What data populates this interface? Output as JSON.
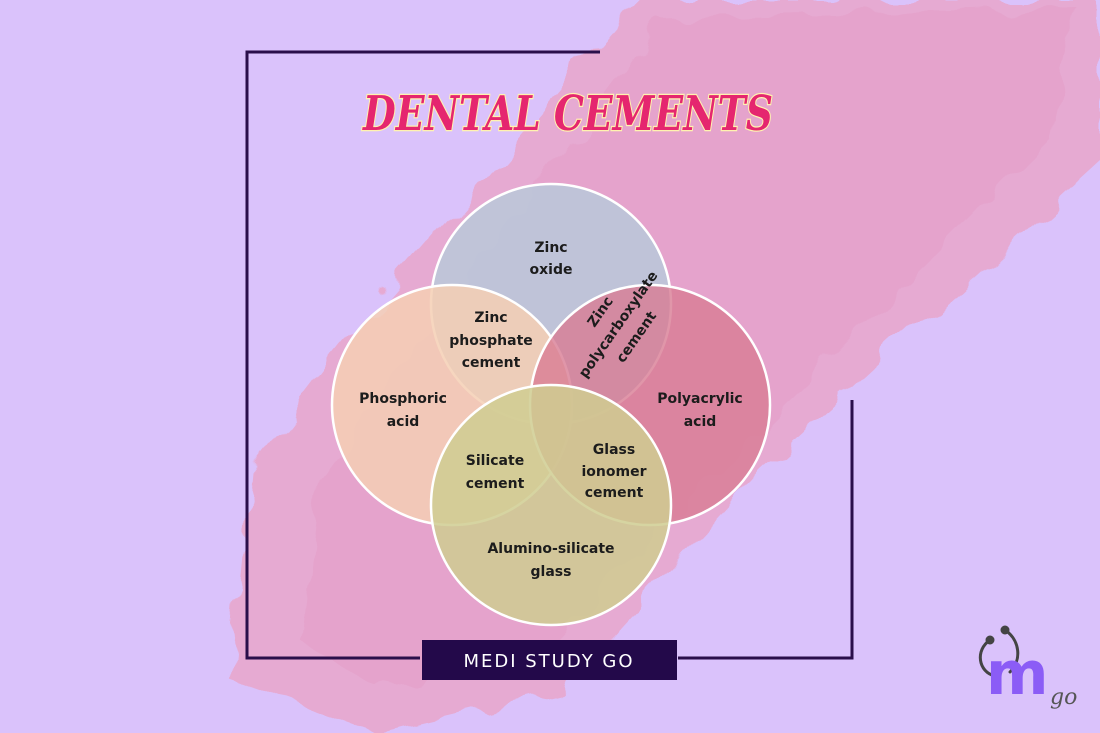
{
  "title": "DENTAL CEMENTS",
  "colors": {
    "background": "#dac2fb",
    "brush": "#e8a9cf",
    "frame": "#2a0f4a",
    "title_fill": "#e5266f",
    "title_outline": "#fff3b0",
    "circle_top": "#b8c9d9",
    "circle_left": "#f5cfb4",
    "circle_right": "#d87c93",
    "circle_bottom": "#cfcd91"
  },
  "circles": {
    "top": [
      "Zinc",
      "oxide"
    ],
    "left": [
      "Phosphoric",
      "acid"
    ],
    "right": [
      "Polyacrylic",
      "acid"
    ],
    "bottom": [
      "Alumino-silicate",
      "glass"
    ]
  },
  "overlaps": {
    "top_left": [
      "Zinc",
      "phosphate",
      "cement"
    ],
    "top_right": [
      "Zinc",
      "polycarboxylate",
      "cement"
    ],
    "left_bottom": [
      "Silicate",
      "cement"
    ],
    "right_bottom": [
      "Glass",
      "ionomer",
      "cement"
    ]
  },
  "brand": {
    "banner_text": "MEDI STUDY GO",
    "logo_letter": "m",
    "logo_script": "go",
    "logo_icon": "stethoscope-icon"
  }
}
